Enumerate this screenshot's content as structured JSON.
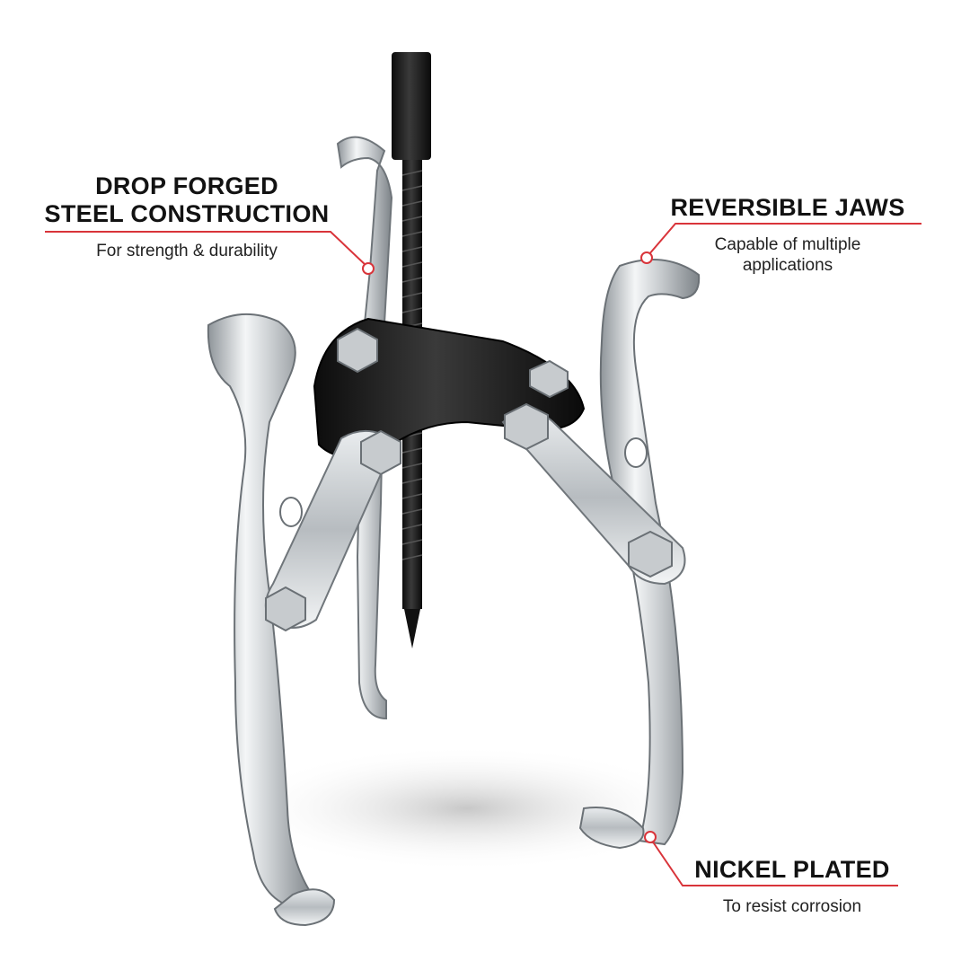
{
  "callouts": {
    "drop_forged": {
      "title_line1": "DROP FORGED",
      "title_line2": "STEEL CONSTRUCTION",
      "subtitle": "For strength & durability"
    },
    "reversible_jaws": {
      "title": "REVERSIBLE JAWS",
      "subtitle_line1": "Capable of multiple",
      "subtitle_line2": "applications"
    },
    "nickel_plated": {
      "title": "NICKEL PLATED",
      "subtitle": "To resist corrosion"
    }
  },
  "colors": {
    "accent": "#d9343a",
    "text": "#121212",
    "background": "#ffffff",
    "steel": "#cfd3d6",
    "bolt_black": "#1b1b1b"
  },
  "icons": {
    "product": "three-jaw-gear-puller-illustration"
  }
}
